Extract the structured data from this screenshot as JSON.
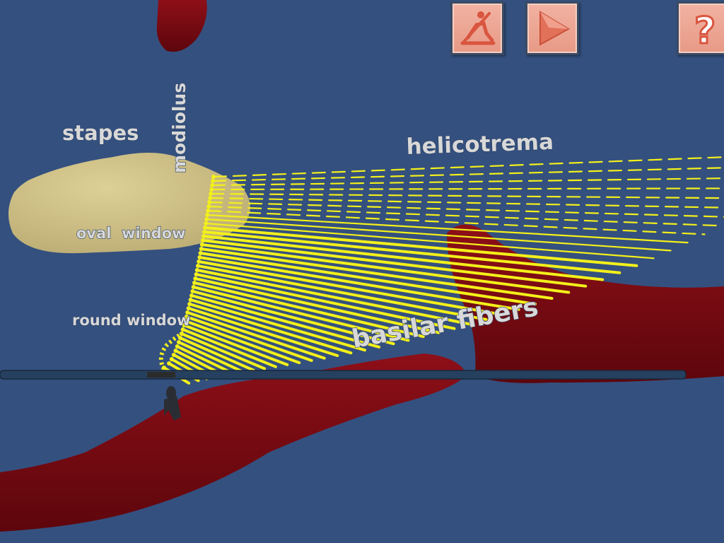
{
  "scene": {
    "background_color": "#34507f",
    "fiber_color": "#f3f01a",
    "stapes_color": "#d6c88b",
    "membrane_color": "#7a0a12",
    "label_color": "#d8d8d8"
  },
  "labels": {
    "stapes": "stapes",
    "modiolus": "modiolus",
    "helicotrema": "helicotrema",
    "oval_window": "oval  window",
    "round_window": "round window",
    "basilar_fibers": "basilar fibers"
  },
  "toolbar": {
    "buttons": [
      {
        "name": "skip-button",
        "icon": "no-person-icon"
      },
      {
        "name": "play-button",
        "icon": "play-icon"
      },
      {
        "name": "help-button",
        "icon": "question-mark-icon"
      }
    ],
    "button_color": "#eba593",
    "icon_color": "#d9553f"
  }
}
